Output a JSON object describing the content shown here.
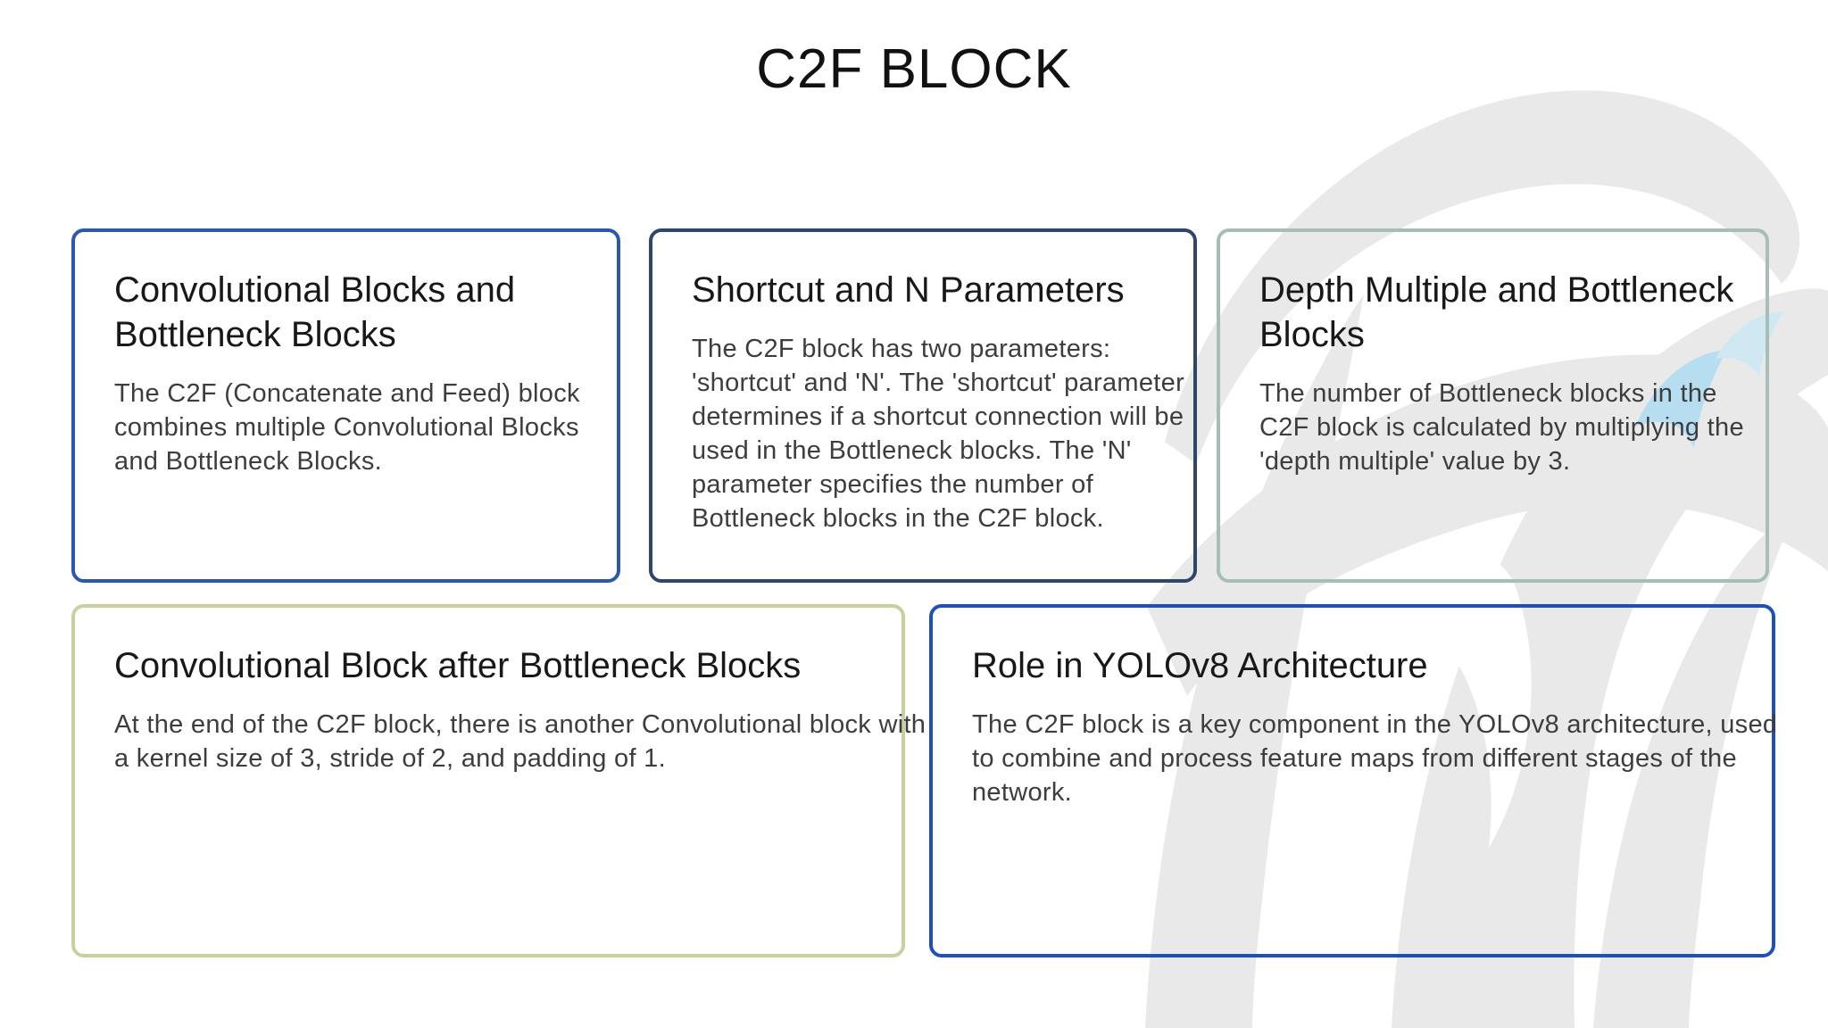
{
  "page": {
    "title": "C2F BLOCK"
  },
  "cards": [
    {
      "title": "Convolutional Blocks and\nBottleneck Blocks",
      "body": "The C2F (Concatenate and Feed) block\ncombines multiple Convolutional Blocks\nand Bottleneck Blocks.",
      "border_color": "#2b57ad"
    },
    {
      "title": "Shortcut and N Parameters",
      "body": "The C2F block has two parameters:\n'shortcut' and 'N'. The 'shortcut' parameter\ndetermines if a shortcut connection will be\nused in the Bottleneck blocks. The 'N'\nparameter specifies the number of\nBottleneck blocks in the C2F block.",
      "border_color": "#2e4669"
    },
    {
      "title": "Depth Multiple and Bottleneck\nBlocks",
      "body": "The number of Bottleneck blocks in the\nC2F block is calculated by multiplying the\n'depth multiple' value by 3.",
      "border_color": "#a6beb7"
    },
    {
      "title": "Convolutional Block after Bottleneck Blocks",
      "body": "At the end of the C2F block, there is another Convolutional block with\na kernel size of 3, stride of 2, and padding of 1.",
      "border_color": "#c9cf9d"
    },
    {
      "title": "Role in YOLOv8 Architecture",
      "body": "The C2F block is a key component in the YOLOv8 architecture, used\nto combine and process feature maps from different stages of the\nnetwork.",
      "border_color": "#1e50bc"
    }
  ],
  "watermark": {
    "description": "stylized bird swoosh logo",
    "gray_color": "#e9e9ea",
    "blue_color": "#b7def0",
    "blue_light_color": "#cfe8f2"
  }
}
